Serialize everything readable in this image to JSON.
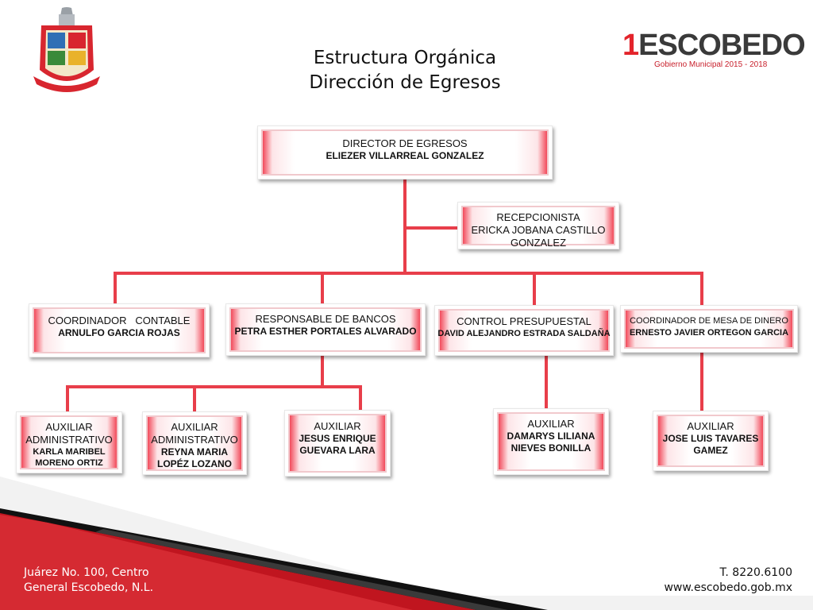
{
  "title": {
    "line1": "Estructura Orgánica",
    "line2": "Dirección de Egresos"
  },
  "brand": {
    "name_first": "1",
    "name_rest": "ESCOBEDO",
    "subtitle": "Gobierno Municipal 2015 - 2018",
    "accent_color": "#e3242b",
    "text_color": "#3a3a3a"
  },
  "colors": {
    "connector": "#e83e4a",
    "box_edge": "#f24a5a",
    "banner_red": "#c0151f",
    "banner_black": "#111111"
  },
  "org": {
    "director": {
      "role": "DIRECTOR DE EGRESOS",
      "name": "ELIEZER VILLARREAL GONZALEZ"
    },
    "receptionist": {
      "role": "RECEPCIONISTA",
      "name_line1": "ERICKA JOBANA CASTILLO",
      "name_line2": "GONZALEZ"
    },
    "coordinators": [
      {
        "role": "COORDINADOR   CONTABLE",
        "name": "ARNULFO GARCIA ROJAS"
      },
      {
        "role": "RESPONSABLE DE BANCOS",
        "name": "PETRA ESTHER PORTALES ALVARADO"
      },
      {
        "role": "CONTROL PRESUPUESTAL",
        "name": "DAVID ALEJANDRO ESTRADA SALDAÑA"
      },
      {
        "role": "COORDINADOR DE MESA DE DINERO",
        "name": "ERNESTO JAVIER ORTEGON GARCIA"
      }
    ],
    "assistants": [
      {
        "role_line1": "AUXILIAR",
        "role_line2": "ADMINISTRATIVO",
        "name_line1": "KARLA MARIBEL",
        "name_line2": "MORENO ORTIZ"
      },
      {
        "role_line1": "AUXILIAR",
        "role_line2": "ADMINISTRATIVO",
        "name_line1": "REYNA MARIA",
        "name_line2": "LOPÉZ LOZANO"
      },
      {
        "role_line1": "AUXILIAR",
        "name_line1": "JESUS ENRIQUE",
        "name_line2": "GUEVARA LARA"
      },
      {
        "role_line1": "AUXILIAR",
        "name_line1": "DAMARYS LILIANA",
        "name_line2": "NIEVES BONILLA"
      },
      {
        "role_line1": "AUXILIAR",
        "name_line1": "JOSE LUIS TAVARES",
        "name_line2": "GAMEZ"
      }
    ]
  },
  "footer": {
    "address_line1": "Juárez No. 100, Centro",
    "address_line2": "General Escobedo, N.L.",
    "phone": "T. 8220.6100",
    "website": "www.escobedo.gob.mx"
  }
}
